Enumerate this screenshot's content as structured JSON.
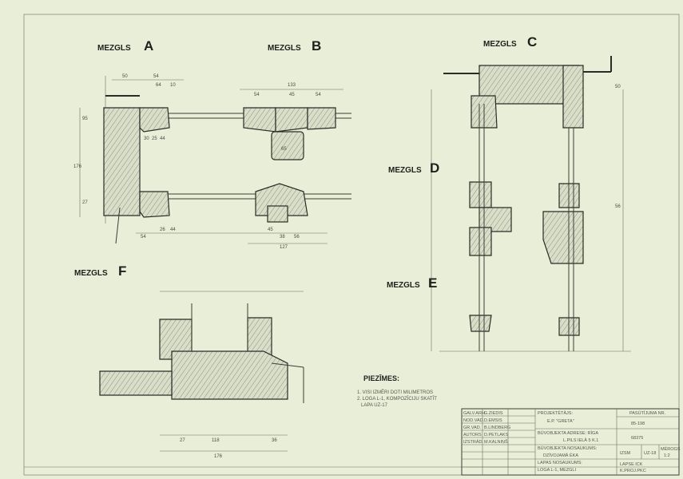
{
  "sections": {
    "a": {
      "prefix": "MEZGLS",
      "letter": "A"
    },
    "b": {
      "prefix": "MEZGLS",
      "letter": "B"
    },
    "c": {
      "prefix": "MEZGLS",
      "letter": "C"
    },
    "d": {
      "prefix": "MEZGLS",
      "letter": "D"
    },
    "e": {
      "prefix": "MEZGLS",
      "letter": "E"
    },
    "f": {
      "prefix": "MEZGLS",
      "letter": "F"
    }
  },
  "dimensions": {
    "top_a": [
      "50",
      "54",
      "64",
      "10"
    ],
    "top_b": [
      "133",
      "54",
      "45",
      "54"
    ],
    "left_a": [
      "176",
      "95",
      "27"
    ],
    "mid_a": [
      "30",
      "25",
      "44"
    ],
    "bottom_a": [
      "54",
      "26",
      "44"
    ],
    "bottom_b": [
      "45",
      "38",
      "56",
      "127"
    ],
    "b_center": [
      "65"
    ],
    "c_right": [
      "50",
      "56"
    ],
    "f_bottom": [
      "27",
      "118",
      "36",
      "176"
    ]
  },
  "notes": {
    "title": "PIEZĪMES:",
    "lines": [
      "1. VISI IZMĒRI DOTI MILIMETROS",
      "2. LOGA L-1, KOMPOZĪCIJU SKATĪT",
      "LAPA UZ-17"
    ]
  },
  "title_block": {
    "roles": [
      {
        "role": "GALV.ARH.",
        "name": "G.ZIEDIS"
      },
      {
        "role": "NOD.VAD.",
        "name": "D.EMSIS"
      },
      {
        "role": "GR.VAD.",
        "name": "B.LINDBERG"
      },
      {
        "role": "AUTORS",
        "name": "D.PETLAKS"
      },
      {
        "role": "IZSTRĀD.",
        "name": "M.KALNIŅŠ"
      }
    ],
    "designer_label": "PROJEKTĒTĀJS:",
    "designer": "E.P. \"GRETA\"",
    "address_label": "BŪVOBJEKTA ADRESE: RĪGA",
    "address": "L.PILS IELĀ 5 K.1",
    "object_label": "BŪVOBJEKTA NOSAUKUMS:",
    "object": "DZĪVOJAMĀ ĒKA",
    "sheet_label": "LAPAS NOSAUKUMS:",
    "sheet": "LOGA L-1, MEZGLI",
    "order_label": "PASŪTĪJUMA NR.",
    "order": "85-198",
    "code": "68375",
    "stage": "IZSM",
    "sheet_no": "UZ-18",
    "scale_label": "MĒROGS",
    "scale": "1:2",
    "archive": "LAPSE ICK",
    "archive2": "K.PROJ.PKC"
  }
}
